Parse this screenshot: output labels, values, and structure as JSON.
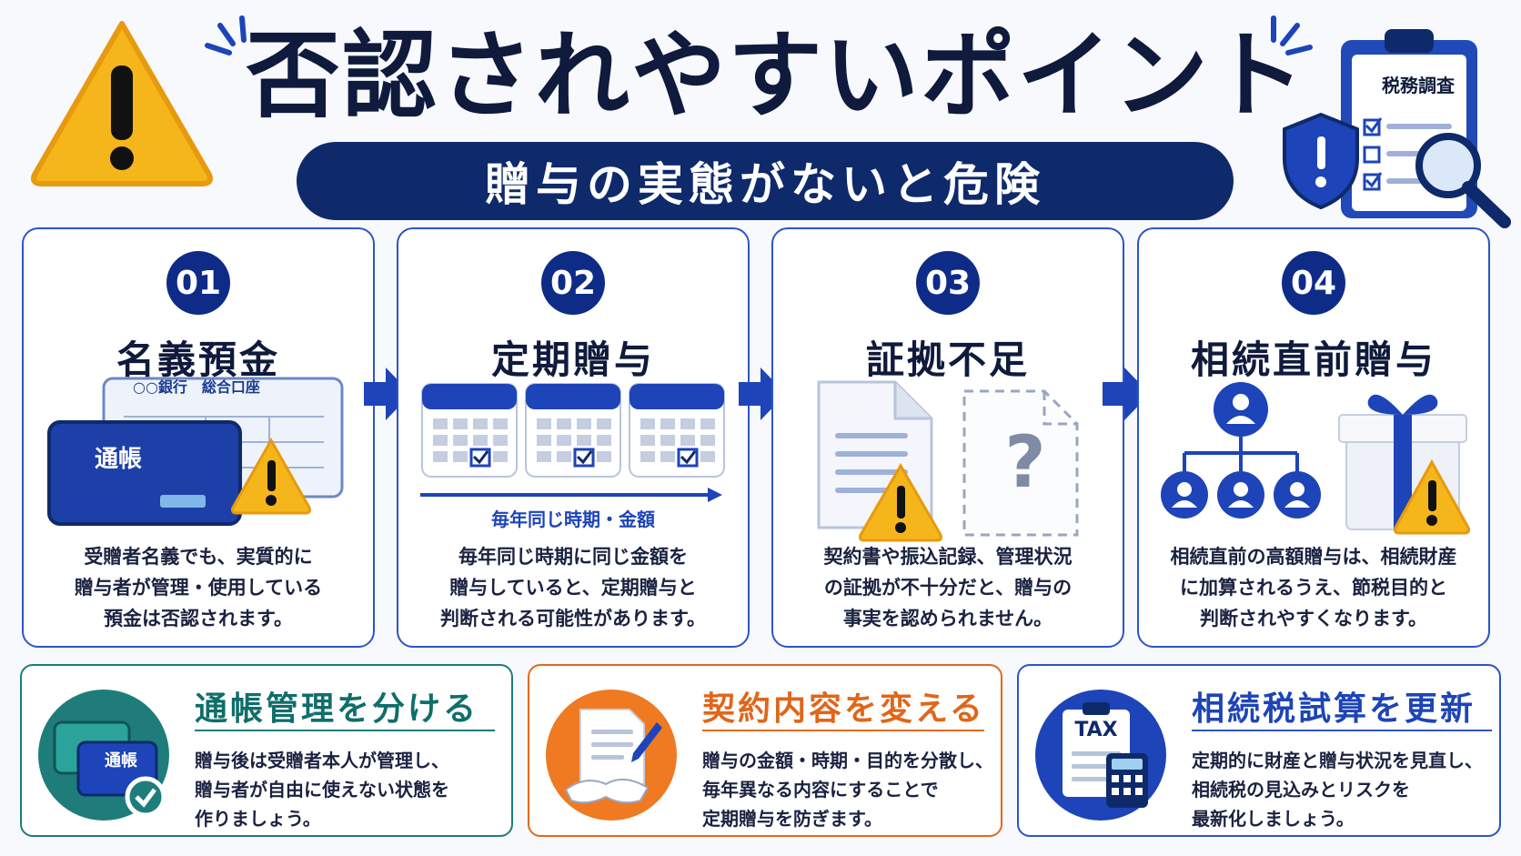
{
  "header": {
    "title": "否認されやすいポイント",
    "subtitle": "贈与の実態がないと危険",
    "clipboard_label": "税務調査"
  },
  "steps": [
    {
      "number": "01",
      "title": "名義預金",
      "illus_bankbook_cover": "通帳",
      "illus_bankbook_page": "○○銀行　総合口座",
      "desc_lines": [
        "受贈者名義でも、実質的に",
        "贈与者が管理・使用している",
        "預金は否認されます。"
      ]
    },
    {
      "number": "02",
      "title": "定期贈与",
      "illus_caption": "毎年同じ時期・金額",
      "desc_lines": [
        "毎年同じ時期に同じ金額を",
        "贈与していると、定期贈与と",
        "判断される可能性があります。"
      ]
    },
    {
      "number": "03",
      "title": "証拠不足",
      "illus_question": "?",
      "desc_lines": [
        "契約書や振込記録、管理状況",
        "の証拠が不十分だと、贈与の",
        "事実を認められません。"
      ]
    },
    {
      "number": "04",
      "title": "相続直前贈与",
      "desc_lines": [
        "相続直前の高額贈与は、相続財産",
        "に加算されるうえ、節税目的と",
        "判断されやすくなります。"
      ]
    }
  ],
  "solutions": [
    {
      "title": "通帳管理を分ける",
      "icon_label": "通帳",
      "desc_lines": [
        "贈与後は受贈者本人が管理し、",
        "贈与者が自由に使えない状態を",
        "作りましょう。"
      ]
    },
    {
      "title": "契約内容を変える",
      "desc_lines": [
        "贈与の金額・時期・目的を分散し、",
        "毎年異なる内容にすることで",
        "定期贈与を防ぎます。"
      ]
    },
    {
      "title": "相続税試算を更新",
      "icon_label": "TAX",
      "desc_lines": [
        "定期的に財産と贈与状況を見直し、",
        "相続税の見込みとリスクを",
        "最新化しましょう。"
      ]
    }
  ],
  "colors": {
    "navy": "#0f2a6b",
    "blue": "#1d44b8",
    "teal": "#1e7d7a",
    "orange": "#e06a1b",
    "warning_yellow": "#f7b91e"
  },
  "icons": [
    "warning-icon",
    "clipboard-icon",
    "shield-icon",
    "magnifier-icon",
    "bankbook-icon",
    "calendar-icon",
    "document-icon",
    "question-icon",
    "family-tree-icon",
    "gift-icon",
    "check-icon",
    "contract-icon",
    "handshake-icon",
    "pen-icon",
    "tax-clipboard-icon",
    "calculator-icon",
    "arrow-right-icon"
  ]
}
